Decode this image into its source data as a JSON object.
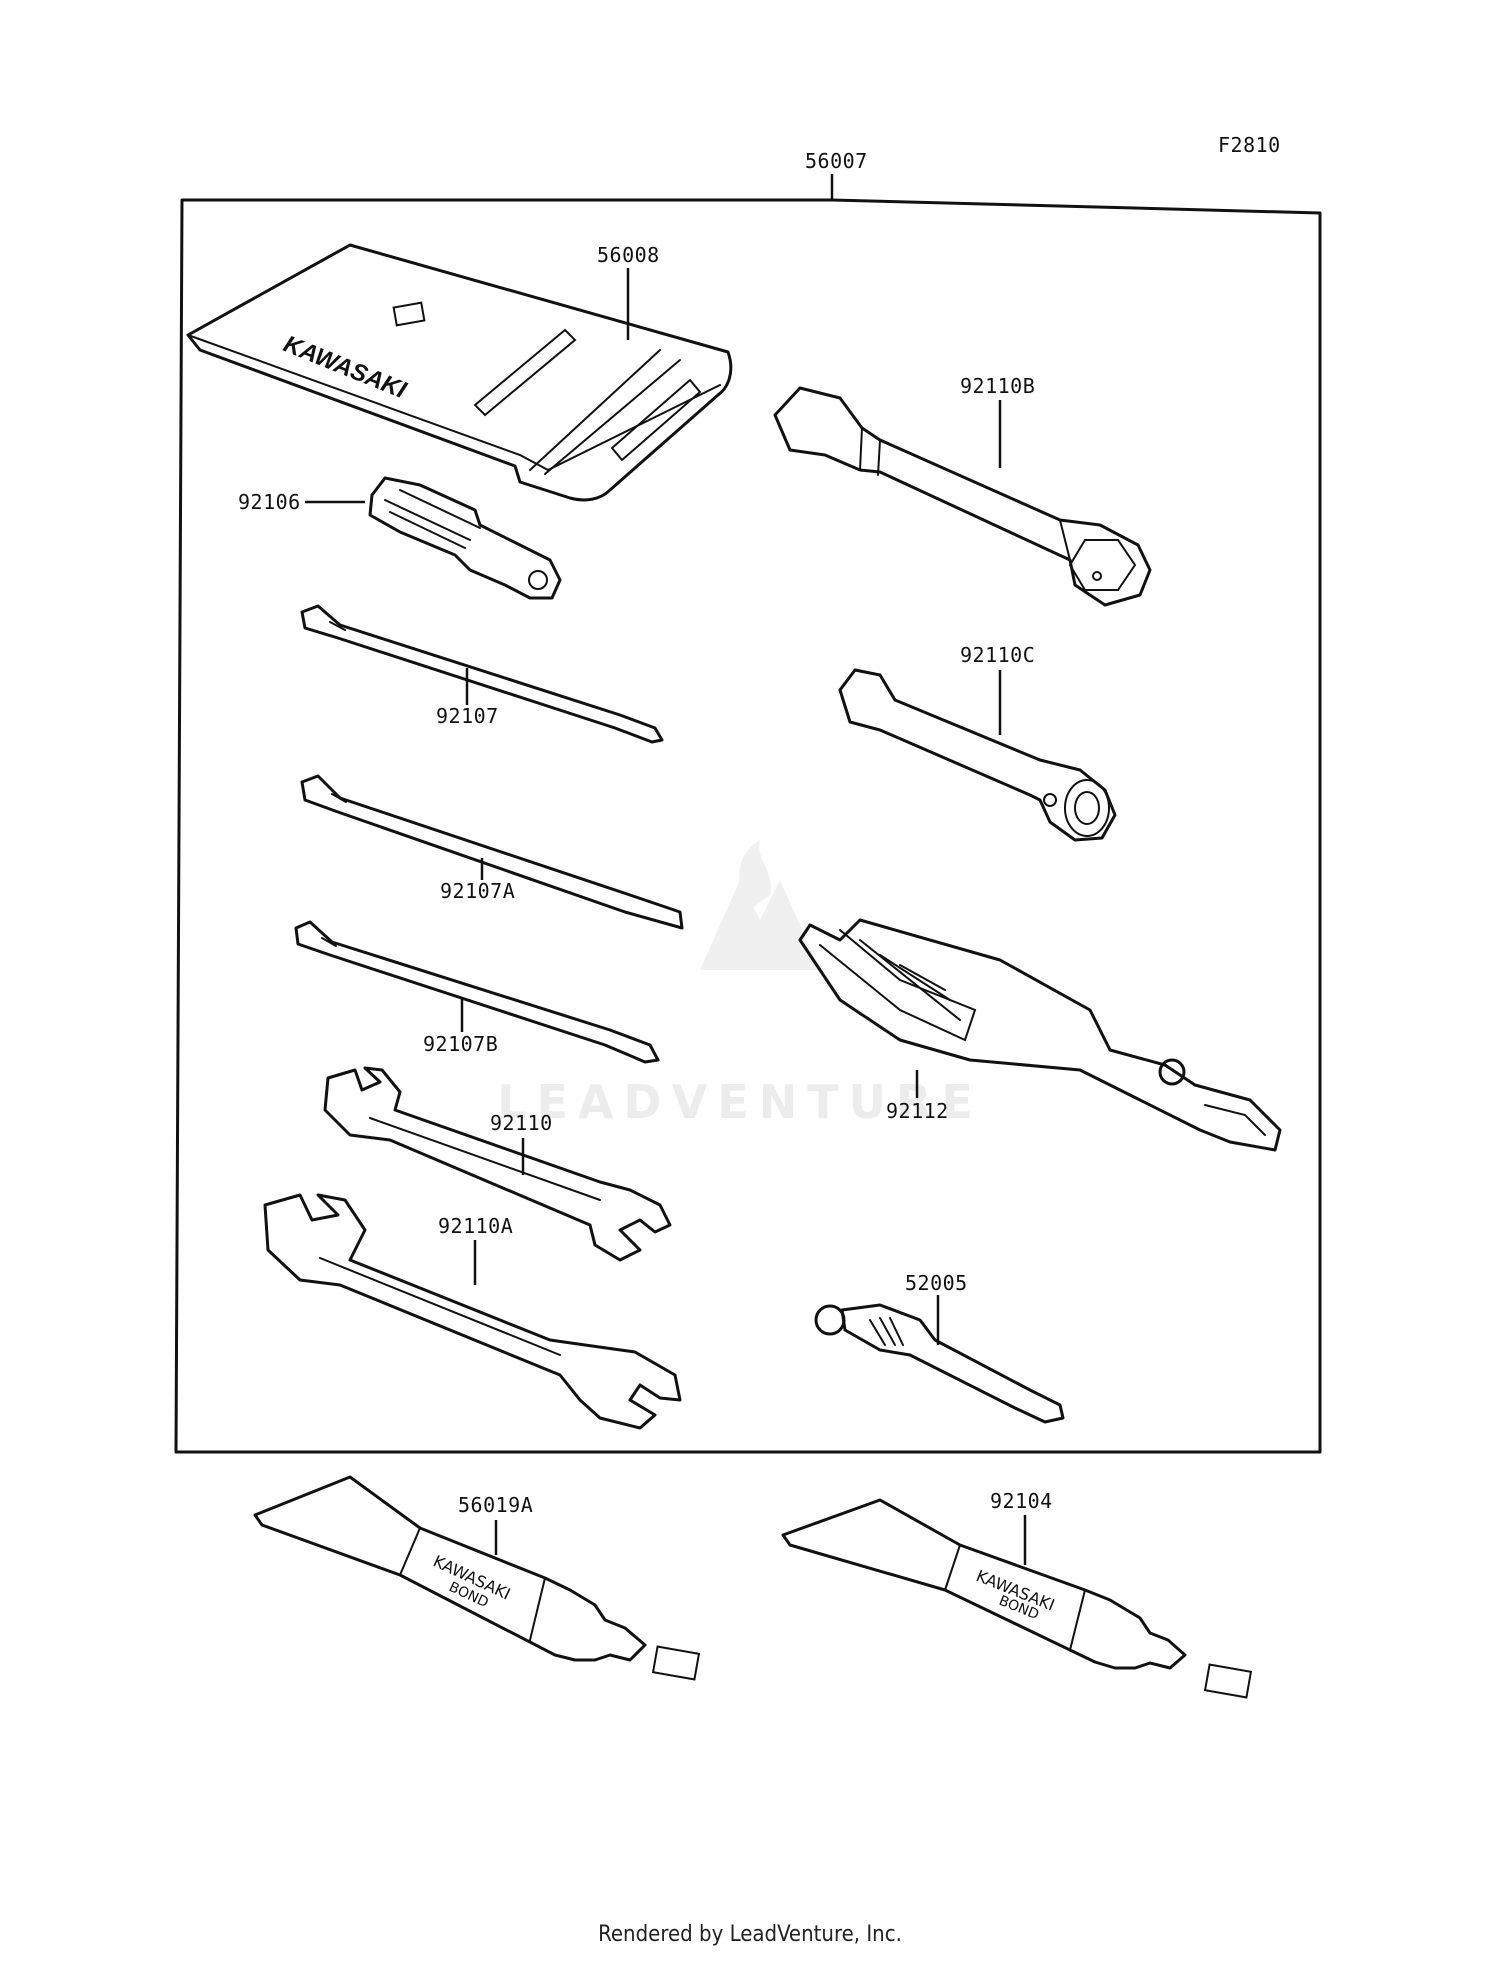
{
  "figure_code": "F2810",
  "watermark": "LEADVENTURE",
  "footer": "Rendered by LeadVenture, Inc.",
  "brand_logo_text": "KAWASAKI",
  "tube_label": [
    "KAWASAKI",
    "BOND"
  ],
  "parts": {
    "kit": "56007",
    "pouch": "56008",
    "wrench_box_b": "92110B",
    "handle": "92106",
    "screwdriver": "92107",
    "box_wrench_c": "92110C",
    "screwdriver_a": "92107A",
    "screwdriver_b": "92107B",
    "pliers": "92112",
    "wrench": "92110",
    "wrench_a": "92110A",
    "gauge": "52005",
    "bond_a": "56019A",
    "bond": "92104"
  }
}
